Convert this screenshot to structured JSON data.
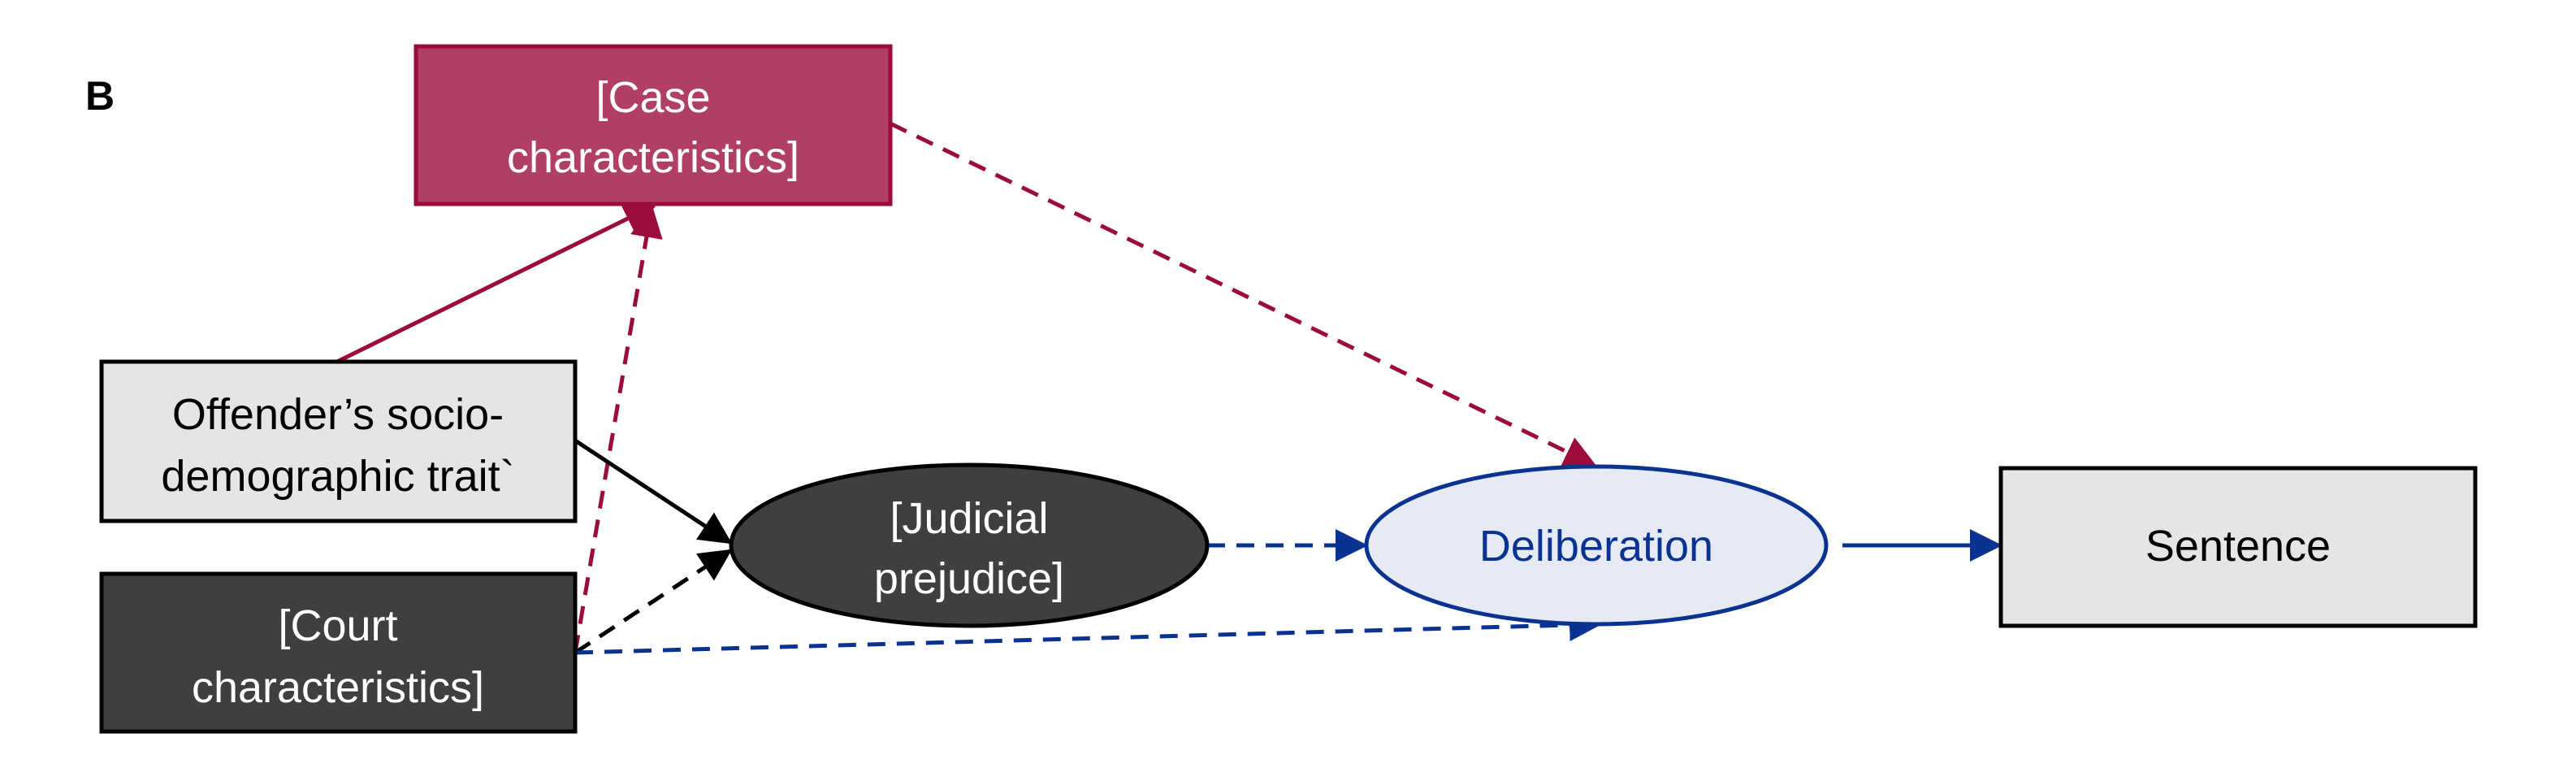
{
  "panel_label": "B",
  "nodes": {
    "case": {
      "line1": "[Case",
      "line2": "characteristics]"
    },
    "offender": {
      "line1": "Offender’s socio-",
      "line2": "demographic trait`"
    },
    "court": {
      "line1": "[Court",
      "line2": "characteristics]"
    },
    "judicial": {
      "line1": "[Judicial",
      "line2": "prejudice]"
    },
    "deliberation": {
      "label": "Deliberation"
    },
    "sentence": {
      "label": "Sentence"
    }
  },
  "colors": {
    "crimson": "#9b0b3b",
    "crimson_fill": "#b03f63",
    "dark": "#3f3f3f",
    "light": "#e5e5e5",
    "blue": "#0a3291",
    "blue_fill": "#e6eaf5"
  }
}
